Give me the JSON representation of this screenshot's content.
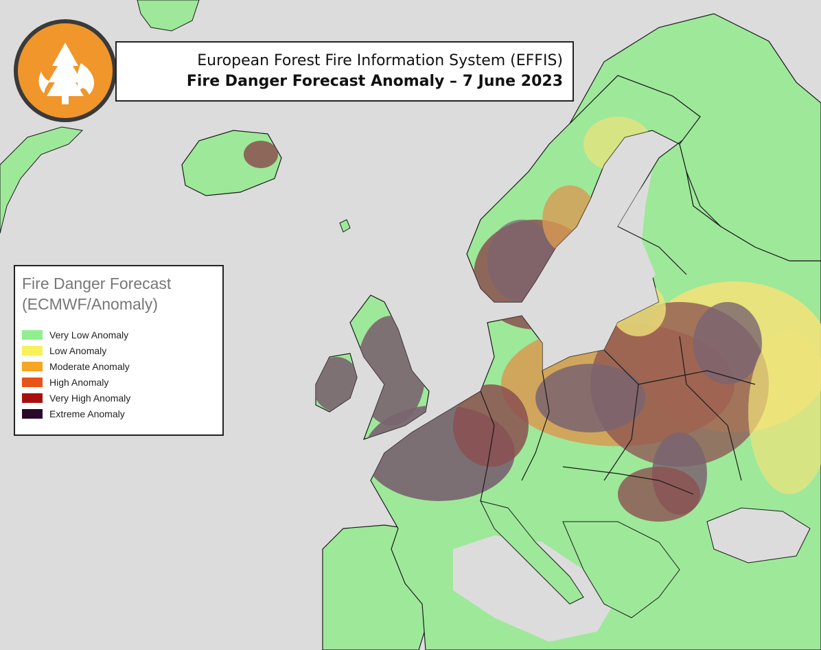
{
  "title": {
    "line1": "European Forest Fire Information System (EFFIS)",
    "line2": "Fire Danger Forecast Anomaly – 7 June 2023"
  },
  "logo": {
    "icon": "forest-fire-icon",
    "color": "#f0962b"
  },
  "legend": {
    "title_line1": "Fire Danger Forecast",
    "title_line2": "(ECMWF/Anomaly)",
    "items": [
      {
        "label": "Very Low Anomaly",
        "color": "#8fef8f"
      },
      {
        "label": "Low Anomaly",
        "color": "#f7f25a"
      },
      {
        "label": "Moderate Anomaly",
        "color": "#f5a623"
      },
      {
        "label": "High Anomaly",
        "color": "#e8531a"
      },
      {
        "label": "Very High Anomaly",
        "color": "#a8100f"
      },
      {
        "label": "Extreme Anomaly",
        "color": "#2a0a2a"
      }
    ]
  },
  "map_colors": {
    "sea": "#dcdcdc",
    "land": "#9ee89a",
    "border": "#1a1a1a",
    "low": "#efe27a",
    "moderate": "#d89a52",
    "high": "#8b5050",
    "extreme": "#7a6470"
  }
}
